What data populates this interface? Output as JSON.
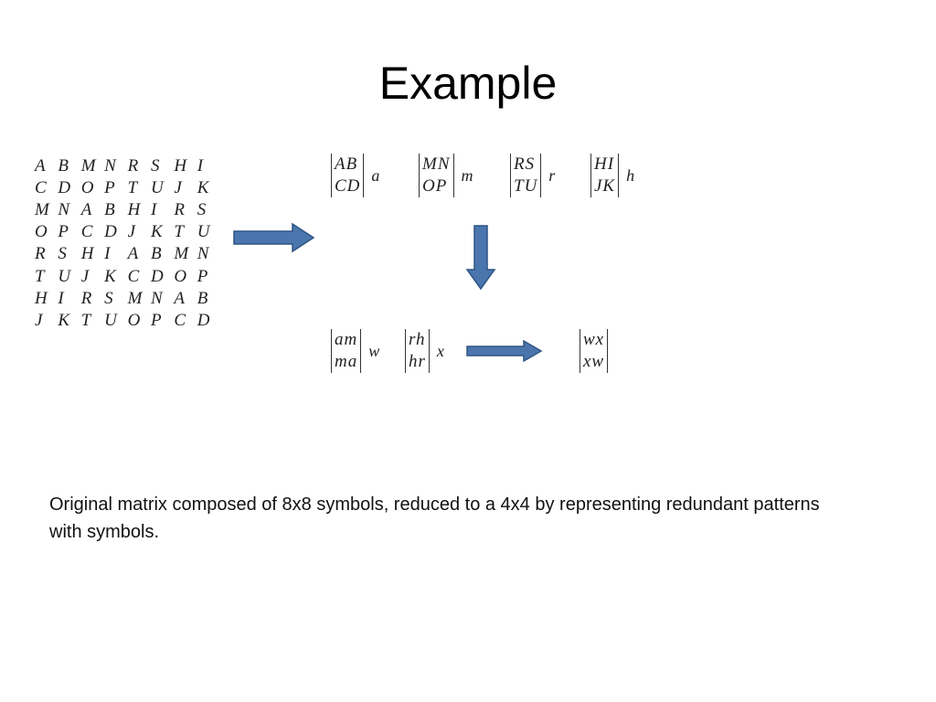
{
  "slide": {
    "title": "Example",
    "caption": "Original matrix composed of 8x8 symbols, reduced to a 4x4 by representing redundant patterns with symbols."
  },
  "matrix8": [
    [
      "A",
      "B",
      "M",
      "N",
      "R",
      "S",
      "H",
      "I"
    ],
    [
      "C",
      "D",
      "O",
      "P",
      "T",
      "U",
      "J",
      "K"
    ],
    [
      "M",
      "N",
      "A",
      "B",
      "H",
      "I",
      "R",
      "S"
    ],
    [
      "O",
      "P",
      "C",
      "D",
      "J",
      "K",
      "T",
      "U"
    ],
    [
      "R",
      "S",
      "H",
      "I",
      "A",
      "B",
      "M",
      "N"
    ],
    [
      "T",
      "U",
      "J",
      "K",
      "C",
      "D",
      "O",
      "P"
    ],
    [
      "H",
      "I",
      "R",
      "S",
      "M",
      "N",
      "A",
      "B"
    ],
    [
      "J",
      "K",
      "T",
      "U",
      "O",
      "P",
      "C",
      "D"
    ]
  ],
  "blocks_level1": [
    {
      "row1": "AB",
      "row2": "CD",
      "symbol": "a"
    },
    {
      "row1": "MN",
      "row2": "OP",
      "symbol": "m"
    },
    {
      "row1": "RS",
      "row2": "TU",
      "symbol": "r"
    },
    {
      "row1": "HI",
      "row2": "JK",
      "symbol": "h"
    }
  ],
  "blocks_level2": [
    {
      "row1": "am",
      "row2": "ma",
      "symbol": "w"
    },
    {
      "row1": "rh",
      "row2": "hr",
      "symbol": "x"
    }
  ],
  "block_final": {
    "row1": "wx",
    "row2": "xw"
  },
  "colors": {
    "arrow_fill": "#4a76ad",
    "arrow_stroke": "#2e5384"
  }
}
